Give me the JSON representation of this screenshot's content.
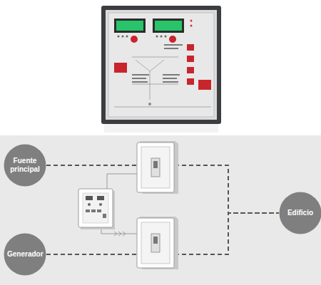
{
  "diagram": {
    "nodes": [
      {
        "text": [
          "Fuente principal"
        ]
      },
      {
        "text": [
          "Generador"
        ]
      },
      {
        "text": [
          "Edificio"
        ]
      }
    ],
    "edges": [
      {
        "from": 0,
        "to": 2,
        "arrow": "none"
      },
      {
        "from": 1,
        "to": 2,
        "arrow": "none"
      }
    ]
  }
}
